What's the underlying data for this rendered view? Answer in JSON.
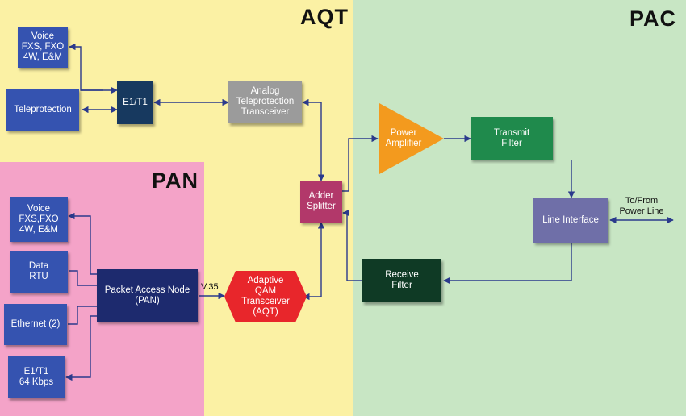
{
  "regions": {
    "aqt": "AQT",
    "pac": "PAC",
    "pan": "PAN"
  },
  "blocks": {
    "voice_top": "Voice\nFXS, FXO\n4W, E&M",
    "teleprotection": "Teleprotection",
    "e1t1_top": "E1/T1",
    "analog_tele": "Analog\nTeleprotection\nTransceiver",
    "adder_splitter": "Adder\nSplitter",
    "power_amp": "Power\nAmplifier",
    "transmit_filter": "Transmit\nFilter",
    "line_interface": "Line Interface",
    "receive_filter": "Receive\nFilter",
    "adaptive_qam": "Adaptive\nQAM\nTransceiver\n(AQT)",
    "pan_node": "Packet Access Node\n(PAN)",
    "voice_pan": "Voice\nFXS,FXO\n4W, E&M",
    "data_rtu": "Data\nRTU",
    "ethernet": "Ethernet (2)",
    "e1t1_pan": "E1/T1\n64 Kbps"
  },
  "labels": {
    "v35": "V.35",
    "to_from": "To/From\nPower Line"
  },
  "colors": {
    "aqt_bg": "#fbf1a4",
    "pac_bg": "#c8e6c4",
    "pan_bg": "#f4a3c8",
    "line": "#2b3a8c",
    "amp": "#f39a1e",
    "qam": "#e8262b"
  }
}
